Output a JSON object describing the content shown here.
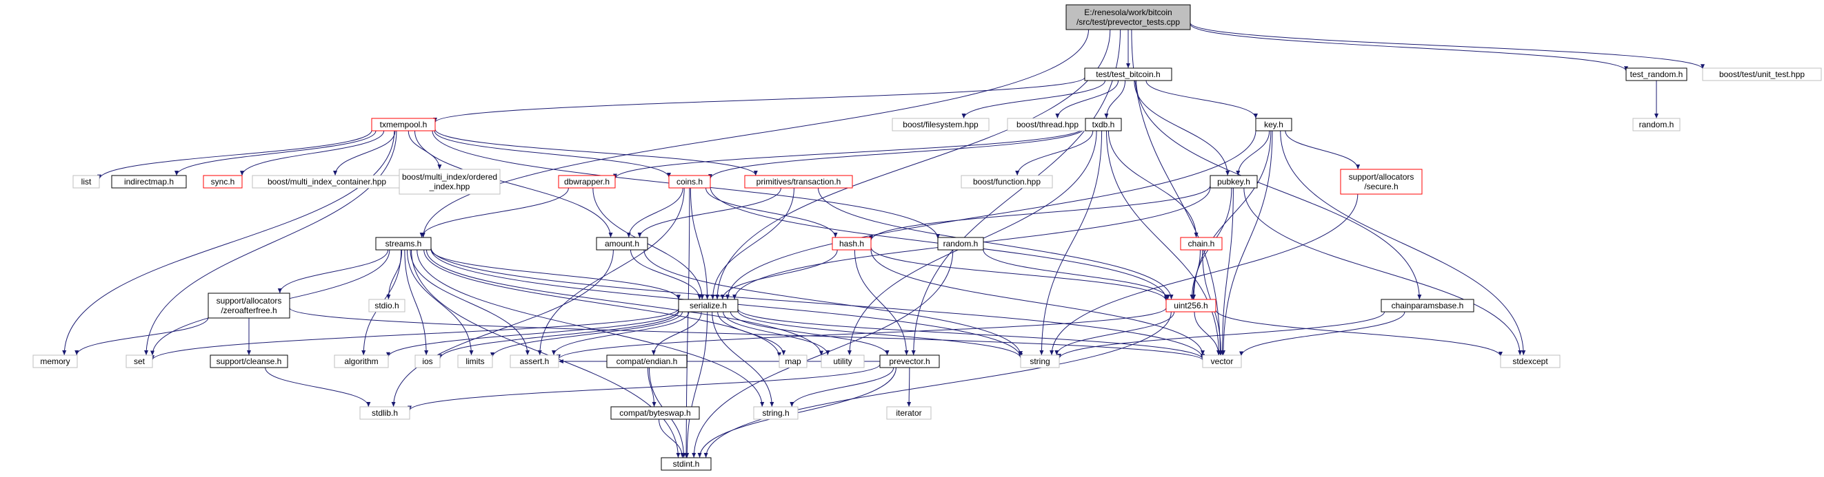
{
  "graph": {
    "root": "E:/renesola/work/bitcoin/src/test/prevector_tests.cpp",
    "nodes": [
      {
        "id": "root",
        "label": [
          "E:/renesola/work/bitcoin",
          "/src/test/prevector_tests.cpp"
        ],
        "style": "root"
      },
      {
        "id": "test_bitcoin",
        "label": [
          "test/test_bitcoin.h"
        ],
        "style": "documented"
      },
      {
        "id": "test_random",
        "label": [
          "test_random.h"
        ],
        "style": "documented"
      },
      {
        "id": "boost_unit_test",
        "label": [
          "boost/test/unit_test.hpp"
        ],
        "style": "external"
      },
      {
        "id": "random_h",
        "label": [
          "random.h"
        ],
        "style": "external"
      },
      {
        "id": "txmempool",
        "label": [
          "txmempool.h"
        ],
        "style": "truncated"
      },
      {
        "id": "boost_filesystem",
        "label": [
          "boost/filesystem.hpp"
        ],
        "style": "external"
      },
      {
        "id": "boost_thread",
        "label": [
          "boost/thread.hpp"
        ],
        "style": "external"
      },
      {
        "id": "txdb",
        "label": [
          "txdb.h"
        ],
        "style": "documented"
      },
      {
        "id": "key",
        "label": [
          "key.h"
        ],
        "style": "documented"
      },
      {
        "id": "list",
        "label": [
          "list"
        ],
        "style": "external"
      },
      {
        "id": "indirectmap",
        "label": [
          "indirectmap.h"
        ],
        "style": "documented"
      },
      {
        "id": "sync",
        "label": [
          "sync.h"
        ],
        "style": "truncated"
      },
      {
        "id": "boost_mic",
        "label": [
          "boost/multi_index_container.hpp"
        ],
        "style": "external"
      },
      {
        "id": "boost_mi_ordered",
        "label": [
          "boost/multi_index/ordered",
          "_index.hpp"
        ],
        "style": "external"
      },
      {
        "id": "dbwrapper",
        "label": [
          "dbwrapper.h"
        ],
        "style": "truncated"
      },
      {
        "id": "coins",
        "label": [
          "coins.h"
        ],
        "style": "truncated"
      },
      {
        "id": "primitives_tx",
        "label": [
          "primitives/transaction.h"
        ],
        "style": "truncated"
      },
      {
        "id": "boost_function",
        "label": [
          "boost/function.hpp"
        ],
        "style": "external"
      },
      {
        "id": "pubkey",
        "label": [
          "pubkey.h"
        ],
        "style": "documented"
      },
      {
        "id": "support_secure",
        "label": [
          "support/allocators",
          "/secure.h"
        ],
        "style": "truncated"
      },
      {
        "id": "streams",
        "label": [
          "streams.h"
        ],
        "style": "documented"
      },
      {
        "id": "amount",
        "label": [
          "amount.h"
        ],
        "style": "documented"
      },
      {
        "id": "hash",
        "label": [
          "hash.h"
        ],
        "style": "truncated"
      },
      {
        "id": "random_doc",
        "label": [
          "random.h"
        ],
        "style": "documented"
      },
      {
        "id": "chain",
        "label": [
          "chain.h"
        ],
        "style": "truncated"
      },
      {
        "id": "support_zero",
        "label": [
          "support/allocators",
          "/zeroafterfree.h"
        ],
        "style": "documented"
      },
      {
        "id": "stdio",
        "label": [
          "stdio.h"
        ],
        "style": "external"
      },
      {
        "id": "serialize",
        "label": [
          "serialize.h"
        ],
        "style": "documented"
      },
      {
        "id": "uint256",
        "label": [
          "uint256.h"
        ],
        "style": "truncated"
      },
      {
        "id": "chainparamsbase",
        "label": [
          "chainparamsbase.h"
        ],
        "style": "documented"
      },
      {
        "id": "memory",
        "label": [
          "memory"
        ],
        "style": "external"
      },
      {
        "id": "set",
        "label": [
          "set"
        ],
        "style": "external"
      },
      {
        "id": "support_cleanse",
        "label": [
          "support/cleanse.h"
        ],
        "style": "documented"
      },
      {
        "id": "algorithm",
        "label": [
          "algorithm"
        ],
        "style": "external"
      },
      {
        "id": "ios",
        "label": [
          "ios"
        ],
        "style": "external"
      },
      {
        "id": "limits",
        "label": [
          "limits"
        ],
        "style": "external"
      },
      {
        "id": "assert",
        "label": [
          "assert.h"
        ],
        "style": "external"
      },
      {
        "id": "compat_endian",
        "label": [
          "compat/endian.h"
        ],
        "style": "documented"
      },
      {
        "id": "map",
        "label": [
          "map"
        ],
        "style": "external"
      },
      {
        "id": "utility",
        "label": [
          "utility"
        ],
        "style": "external"
      },
      {
        "id": "prevector",
        "label": [
          "prevector.h"
        ],
        "style": "documented"
      },
      {
        "id": "string",
        "label": [
          "string"
        ],
        "style": "external"
      },
      {
        "id": "vector",
        "label": [
          "vector"
        ],
        "style": "external"
      },
      {
        "id": "stdexcept",
        "label": [
          "stdexcept"
        ],
        "style": "external"
      },
      {
        "id": "stdlib",
        "label": [
          "stdlib.h"
        ],
        "style": "external"
      },
      {
        "id": "compat_byteswap",
        "label": [
          "compat/byteswap.h"
        ],
        "style": "documented"
      },
      {
        "id": "string_h",
        "label": [
          "string.h"
        ],
        "style": "external"
      },
      {
        "id": "iterator",
        "label": [
          "iterator"
        ],
        "style": "external"
      },
      {
        "id": "stdint",
        "label": [
          "stdint.h"
        ],
        "style": "documented"
      }
    ],
    "edges": [
      [
        "root",
        "test_bitcoin"
      ],
      [
        "root",
        "test_random"
      ],
      [
        "root",
        "boost_unit_test"
      ],
      [
        "root",
        "streams"
      ],
      [
        "root",
        "serialize"
      ],
      [
        "root",
        "prevector"
      ],
      [
        "root",
        "vector"
      ],
      [
        "test_random",
        "random_h"
      ],
      [
        "test_bitcoin",
        "txmempool"
      ],
      [
        "test_bitcoin",
        "boost_filesystem"
      ],
      [
        "test_bitcoin",
        "boost_thread"
      ],
      [
        "test_bitcoin",
        "txdb"
      ],
      [
        "test_bitcoin",
        "key"
      ],
      [
        "test_bitcoin",
        "pubkey"
      ],
      [
        "test_bitcoin",
        "chainparamsbase"
      ],
      [
        "txmempool",
        "memory"
      ],
      [
        "txmempool",
        "set"
      ],
      [
        "txmempool",
        "list"
      ],
      [
        "txmempool",
        "indirectmap"
      ],
      [
        "txmempool",
        "sync"
      ],
      [
        "txmempool",
        "boost_mic"
      ],
      [
        "txmempool",
        "boost_mi_ordered"
      ],
      [
        "txmempool",
        "coins"
      ],
      [
        "txmempool",
        "primitives_tx"
      ],
      [
        "txmempool",
        "amount"
      ],
      [
        "txmempool",
        "random_doc"
      ],
      [
        "txdb",
        "dbwrapper"
      ],
      [
        "txdb",
        "coins"
      ],
      [
        "txdb",
        "boost_function"
      ],
      [
        "txdb",
        "chain"
      ],
      [
        "txdb",
        "string"
      ],
      [
        "txdb",
        "vector"
      ],
      [
        "txdb",
        "utility"
      ],
      [
        "key",
        "pubkey"
      ],
      [
        "key",
        "serialize"
      ],
      [
        "key",
        "support_secure"
      ],
      [
        "key",
        "uint256"
      ],
      [
        "key",
        "vector"
      ],
      [
        "key",
        "stdexcept"
      ],
      [
        "pubkey",
        "hash"
      ],
      [
        "pubkey",
        "serialize"
      ],
      [
        "pubkey",
        "uint256"
      ],
      [
        "pubkey",
        "vector"
      ],
      [
        "pubkey",
        "stdexcept"
      ],
      [
        "support_secure",
        "string"
      ],
      [
        "dbwrapper",
        "streams"
      ],
      [
        "dbwrapper",
        "serialize"
      ],
      [
        "coins",
        "amount"
      ],
      [
        "coins",
        "hash"
      ],
      [
        "coins",
        "serialize"
      ],
      [
        "coins",
        "uint256"
      ],
      [
        "coins",
        "assert"
      ],
      [
        "coins",
        "stdint"
      ],
      [
        "primitives_tx",
        "amount"
      ],
      [
        "primitives_tx",
        "serialize"
      ],
      [
        "primitives_tx",
        "uint256"
      ],
      [
        "streams",
        "support_zero"
      ],
      [
        "streams",
        "serialize"
      ],
      [
        "streams",
        "algorithm"
      ],
      [
        "streams",
        "stdio"
      ],
      [
        "streams",
        "set"
      ],
      [
        "streams",
        "ios"
      ],
      [
        "streams",
        "limits"
      ],
      [
        "streams",
        "assert"
      ],
      [
        "streams",
        "map"
      ],
      [
        "streams",
        "utility"
      ],
      [
        "streams",
        "string"
      ],
      [
        "streams",
        "string_h"
      ],
      [
        "streams",
        "vector"
      ],
      [
        "streams",
        "stdint"
      ],
      [
        "amount",
        "serialize"
      ],
      [
        "amount",
        "stdlib"
      ],
      [
        "amount",
        "string"
      ],
      [
        "hash",
        "serialize"
      ],
      [
        "hash",
        "uint256"
      ],
      [
        "hash",
        "prevector"
      ],
      [
        "hash",
        "vector"
      ],
      [
        "random_doc",
        "uint256"
      ],
      [
        "random_doc",
        "stdint"
      ],
      [
        "chain",
        "uint256"
      ],
      [
        "chain",
        "vector"
      ],
      [
        "support_zero",
        "support_cleanse"
      ],
      [
        "support_zero",
        "memory"
      ],
      [
        "support_zero",
        "vector"
      ],
      [
        "support_cleanse",
        "stdlib"
      ],
      [
        "serialize",
        "compat_endian"
      ],
      [
        "serialize",
        "algorithm"
      ],
      [
        "serialize",
        "assert"
      ],
      [
        "serialize",
        "ios"
      ],
      [
        "serialize",
        "limits"
      ],
      [
        "serialize",
        "map"
      ],
      [
        "serialize",
        "set"
      ],
      [
        "serialize",
        "stdint"
      ],
      [
        "serialize",
        "string"
      ],
      [
        "serialize",
        "string_h"
      ],
      [
        "serialize",
        "utility"
      ],
      [
        "serialize",
        "vector"
      ],
      [
        "serialize",
        "prevector"
      ],
      [
        "uint256",
        "assert"
      ],
      [
        "uint256",
        "stdexcept"
      ],
      [
        "uint256",
        "stdint"
      ],
      [
        "uint256",
        "string"
      ],
      [
        "uint256",
        "vector"
      ],
      [
        "chainparamsbase",
        "string"
      ],
      [
        "chainparamsbase",
        "vector"
      ],
      [
        "compat_endian",
        "compat_byteswap"
      ],
      [
        "compat_endian",
        "stdint"
      ],
      [
        "compat_byteswap",
        "stdint"
      ],
      [
        "prevector",
        "assert"
      ],
      [
        "prevector",
        "stdlib"
      ],
      [
        "prevector",
        "stdint"
      ],
      [
        "prevector",
        "string_h"
      ],
      [
        "prevector",
        "iterator"
      ]
    ]
  }
}
